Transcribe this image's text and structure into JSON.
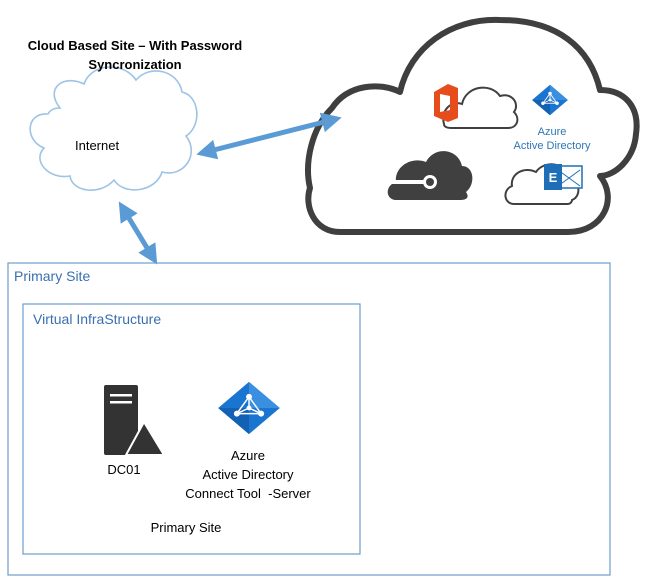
{
  "title_line1": "Cloud Based Site – With Password",
  "title_line2": "Syncronization",
  "internet_label": "Internet",
  "azure_ad_cloud_line1": "Azure",
  "azure_ad_cloud_line2": "Active Directory",
  "exchange_letter": "E",
  "primary_site_label": "Primary Site",
  "virtual_infrastructure_label": "Virtual InfraStructure",
  "dc01_label": "DC01",
  "connect_tool_line1": "Azure",
  "connect_tool_line2": "Active Directory",
  "connect_tool_line3": "Connect Tool  -Server",
  "inner_site_label": "Primary Site",
  "colors": {
    "office_red": "#e74c1c",
    "azure_blue": "#1a75d1",
    "arrow_blue": "#5b9bd5",
    "box_border": "#6d9ecb",
    "cloud_gray": "#3f3f3f",
    "label_blue": "#3a6fb0"
  }
}
